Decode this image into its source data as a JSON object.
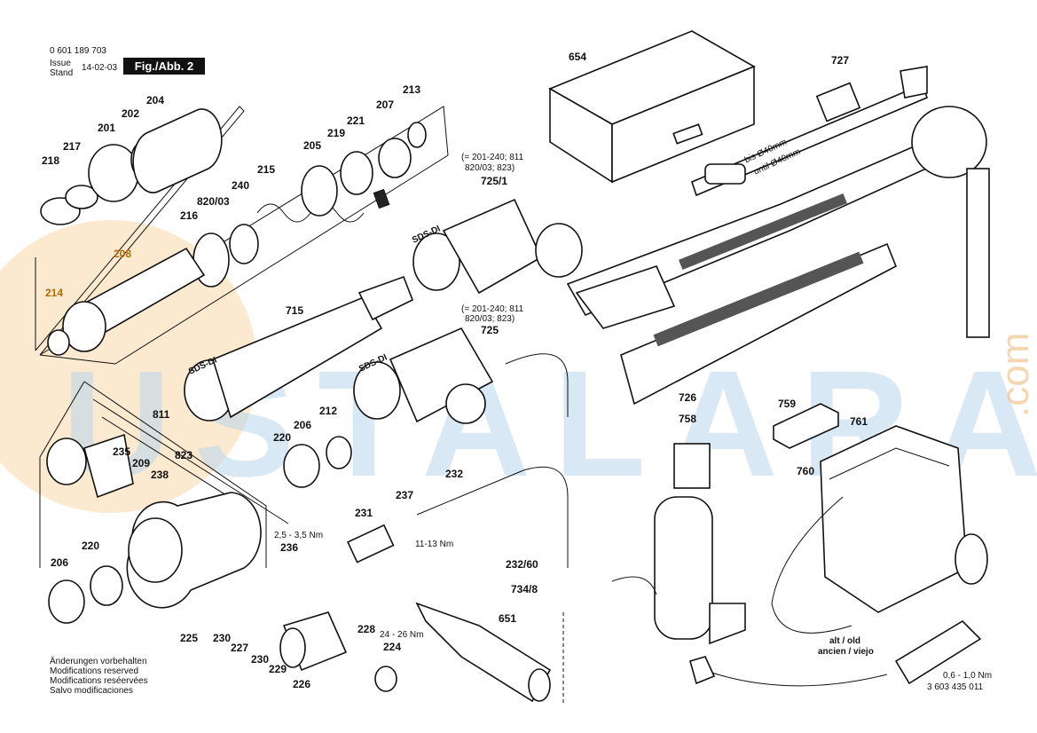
{
  "header": {
    "part_number": "0 601 189 703",
    "issue_label_1": "Issue",
    "issue_label_2": "Stand",
    "issue_date": "14-02-03",
    "figure_label": "Fig./Abb. 2"
  },
  "parts": {
    "p654": "654",
    "p727": "727",
    "p213": "213",
    "p207": "207",
    "p221": "221",
    "p219": "219",
    "p205": "205",
    "p215": "215",
    "p240": "240",
    "p820_03": "820/03",
    "p216": "216",
    "p204": "204",
    "p202": "202",
    "p201": "201",
    "p217": "217",
    "p218": "218",
    "p208": "208",
    "p214": "214",
    "p715": "715",
    "p725_1": "725/1",
    "p725": "725",
    "p726": "726",
    "p758": "758",
    "p759": "759",
    "p761": "761",
    "p760": "760",
    "p811": "811",
    "p235": "235",
    "p209": "209",
    "p823": "823",
    "p238": "238",
    "p220a": "220",
    "p206a": "206",
    "p212": "212",
    "p232": "232",
    "p237": "237",
    "p231": "231",
    "p236": "236",
    "p206b": "206",
    "p220b": "220",
    "p225": "225",
    "p230a": "230",
    "p227": "227",
    "p230b": "230",
    "p229": "229",
    "p226": "226",
    "p228": "228",
    "p224": "224",
    "p232_60": "232/60",
    "p734_8": "734/8",
    "p651": "651"
  },
  "notes": {
    "variant_1a": "(= 201-240; 811",
    "variant_1b": "820/03; 823)",
    "variant_2a": "(= 201-240; 811",
    "variant_2b": "820/03; 823)",
    "sds_di_1": "SDS-DI",
    "sds_di_2": "SDS-DI",
    "sds_di_3": "SDS-DI",
    "torque_236": "2,5 - 3,5 Nm",
    "torque_237": "11-13 Nm",
    "torque_228a": "24 - 26 Nm",
    "clamp_1": "bis Ø40mm",
    "clamp_2": "until Ø40mm",
    "alt_1": "alt / old",
    "alt_2": "ancien / viejo",
    "torque_screw": "0,6 - 1,0 Nm",
    "screw_number": "3 603 435 011"
  },
  "footer": {
    "line_1": "Änderungen vorbehalten",
    "line_2": "Modifications reserved",
    "line_3": "Modifications reséervées",
    "line_4": "Salvo modificaciones"
  },
  "watermark": {
    "text": "USTALARA",
    "suffix": ".com"
  },
  "colors": {
    "ink": "#111111",
    "accent_orange": "#b36a00",
    "watermark_blue": "#b9d6ec",
    "watermark_orange": "#f6cf97"
  }
}
